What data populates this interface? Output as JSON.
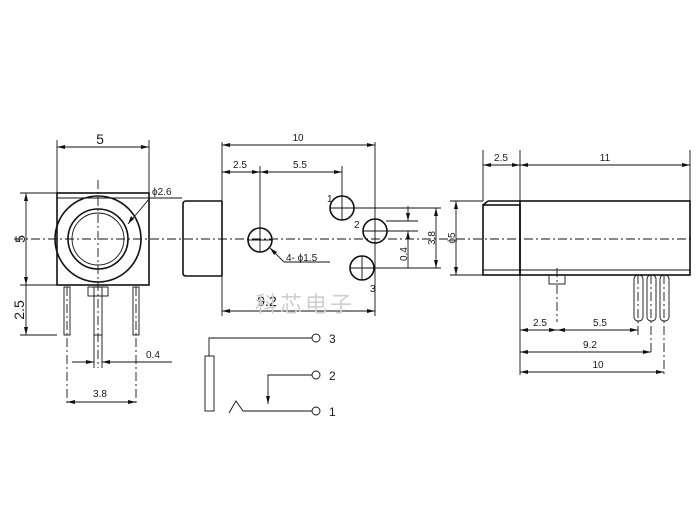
{
  "front_view": {
    "width_label": "5",
    "height_label": "5",
    "pin_offset_label": "2.5",
    "hole_label": "ϕ2.6",
    "pin_width_label": "0.4",
    "pin_spacing_label": "3.8"
  },
  "footprint_view": {
    "overall_label": "10",
    "first_offset_label": "2.5",
    "second_offset_label": "5.5",
    "row_offset_label": "9.2",
    "hole_label": "4- ϕ1.5",
    "vertical_spacing_label": "3.8",
    "small_offset_label": "0.4",
    "pin_numbers": [
      "1",
      "2",
      "3"
    ]
  },
  "side_view": {
    "front_offset_label": "2.5",
    "body_length_label": "11",
    "diameter_label": "ϕ5",
    "pin_a_label": "2.5",
    "pin_b_label": "5.5",
    "pin_c_label": "9.2",
    "pin_d_label": "10"
  },
  "schematic": {
    "terminals": [
      "3",
      "2",
      "1"
    ]
  },
  "watermark": "科芯电子"
}
